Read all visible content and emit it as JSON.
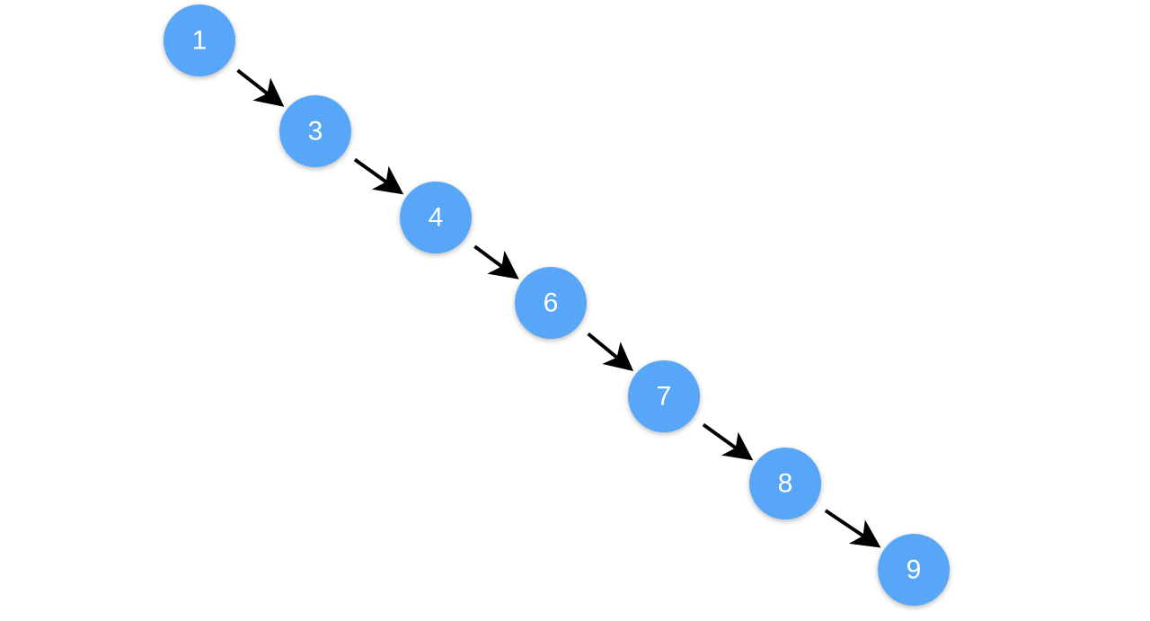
{
  "diagram": {
    "type": "linked-chain",
    "node_color": "#58a6f7",
    "label_color": "#ffffff",
    "arrow_color": "#000000",
    "nodes": [
      {
        "label": "1"
      },
      {
        "label": "3"
      },
      {
        "label": "4"
      },
      {
        "label": "6"
      },
      {
        "label": "7"
      },
      {
        "label": "8"
      },
      {
        "label": "9"
      }
    ],
    "edges": [
      {
        "from": "1",
        "to": "3"
      },
      {
        "from": "3",
        "to": "4"
      },
      {
        "from": "4",
        "to": "6"
      },
      {
        "from": "6",
        "to": "7"
      },
      {
        "from": "7",
        "to": "8"
      },
      {
        "from": "8",
        "to": "9"
      }
    ]
  }
}
